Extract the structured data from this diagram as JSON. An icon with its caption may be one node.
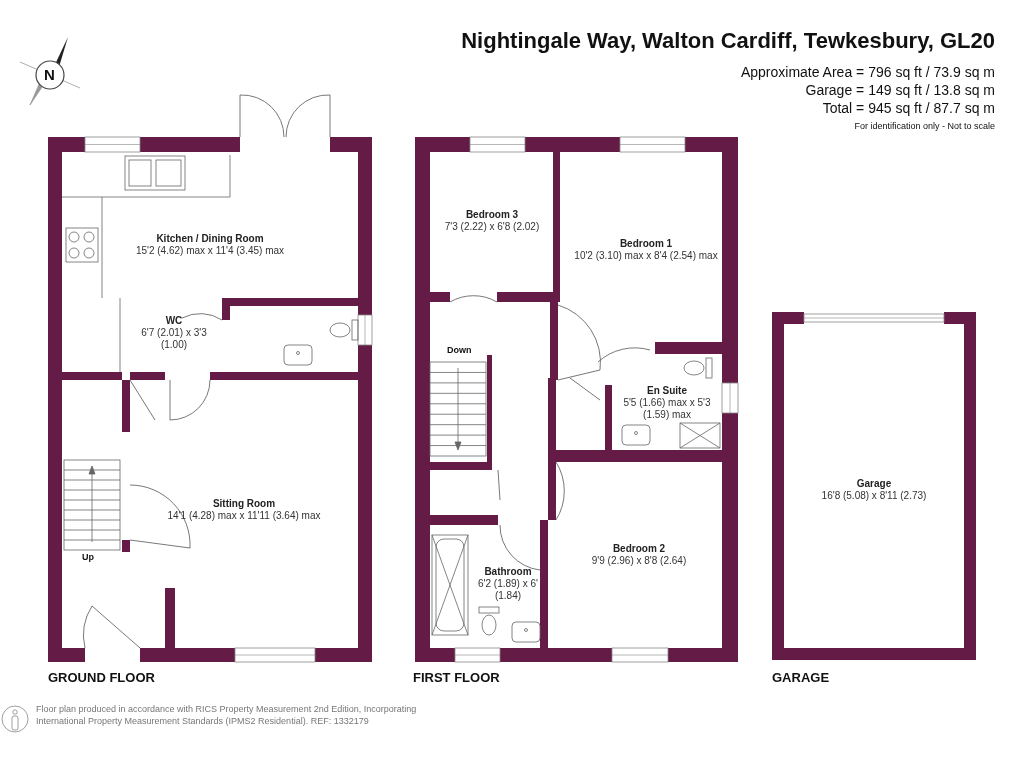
{
  "diagram": {
    "title": "Nightingale Way, Walton Cardiff, Tewkesbury, GL20",
    "nodes": [
      {
        "text": [
          "Kitchen / Dining Room",
          "15'2 (4.62) max x 11'4 (3.45) max"
        ]
      },
      {
        "text": [
          "WC",
          "6'7 (2.01) x 3'3 (1.00)"
        ]
      },
      {
        "text": [
          "Sitting Room",
          "14'1 (4.28) max x 11'11 (3.64) max"
        ]
      },
      {
        "text": [
          "Bedroom 3",
          "7'3 (2.22) x 6'8 (2.02)"
        ]
      },
      {
        "text": [
          "Bedroom 1",
          "10'2 (3.10) max x 8'4 (2.54) max"
        ]
      },
      {
        "text": [
          "En Suite",
          "5'5 (1.66) max x 5'3 (1.59) max"
        ]
      },
      {
        "text": [
          "Bedroom 2",
          "9'9 (2.96) x 8'8 (2.64)"
        ]
      },
      {
        "text": [
          "Bathroom",
          "6'2 (1.89) x 6' (1.84)"
        ]
      },
      {
        "text": [
          "Garage",
          "16'8 (5.08) x 8'11 (2.73)"
        ]
      }
    ],
    "edges": [],
    "labels": [
      "N",
      "Approximate Area = 796 sq ft / 73.9 sq m",
      "Garage = 149 sq ft / 13.8 sq m",
      "Total = 945 sq ft / 87.7 sq m",
      "For identification only - Not to scale",
      "Up",
      "Down",
      "GROUND FLOOR",
      "FIRST FLOOR",
      "GARAGE",
      "Floor plan produced in accordance with RICS Property Measurement 2nd Edition, Incorporating International Property Measurement Standards (IPMS2 Residential). REF: 1332179"
    ]
  }
}
